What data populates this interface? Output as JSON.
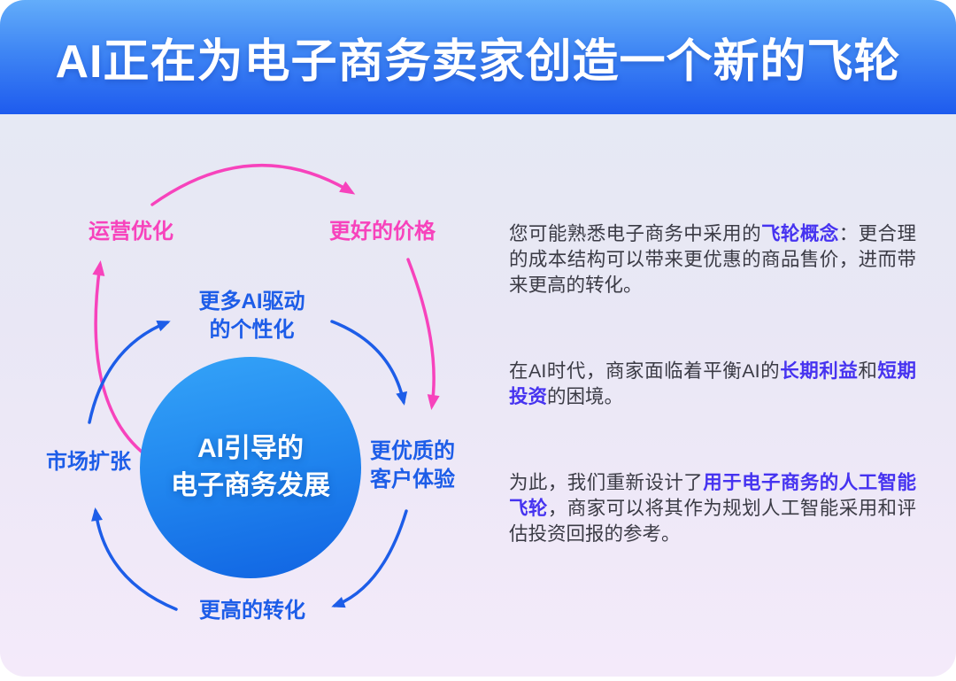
{
  "header": {
    "title": "AI正在为电子商务卖家创造一个新的飞轮"
  },
  "flywheel": {
    "center_label": "AI引导的\n电子商务发展",
    "nodes": {
      "operations": "运营优化",
      "better_price": "更好的价格",
      "ai_personalization": "更多AI驱动\n的个性化",
      "market_expansion": "市场扩张",
      "customer_experience": "更优质的\n客户体验",
      "higher_conversion": "更高的转化"
    },
    "arrows": [
      {
        "name": "operations-to-better-price",
        "color": "pink"
      },
      {
        "name": "market-expansion-to-operations",
        "color": "pink"
      },
      {
        "name": "better-price-to-customer-experience",
        "color": "pink"
      },
      {
        "name": "market-expansion-to-ai-personalization",
        "color": "blue"
      },
      {
        "name": "ai-personalization-to-customer-experience",
        "color": "blue"
      },
      {
        "name": "customer-experience-to-higher-conversion",
        "color": "blue"
      },
      {
        "name": "higher-conversion-to-market-expansion",
        "color": "blue"
      }
    ],
    "colors": {
      "pink": "#f743bc",
      "blue": "#1d5de8",
      "circle_top": "#35a4f8",
      "circle_bottom": "#1063e2"
    }
  },
  "content": {
    "text_color": "#3b3b45",
    "highlight_color": "#4633f0",
    "paragraphs": [
      {
        "segments": [
          {
            "text": "您可能熟悉电子商务中采用的",
            "highlight": false
          },
          {
            "text": "飞轮概念",
            "highlight": true
          },
          {
            "text": "：更合理的成本结构可以带来更优惠的商品售价，进而带来更高的转化。",
            "highlight": false
          }
        ]
      },
      {
        "segments": [
          {
            "text": "在AI时代，商家面临着平衡AI的",
            "highlight": false
          },
          {
            "text": "长期利益",
            "highlight": true
          },
          {
            "text": "和",
            "highlight": false
          },
          {
            "text": "短期投资",
            "highlight": true
          },
          {
            "text": "的困境。",
            "highlight": false
          }
        ]
      },
      {
        "segments": [
          {
            "text": "为此，我们重新设计了",
            "highlight": false
          },
          {
            "text": "用于电子商务的人工智能飞轮",
            "highlight": true
          },
          {
            "text": "，商家可以将其作为规划人工智能采用和评估投资回报的参考。",
            "highlight": false
          }
        ]
      }
    ]
  }
}
